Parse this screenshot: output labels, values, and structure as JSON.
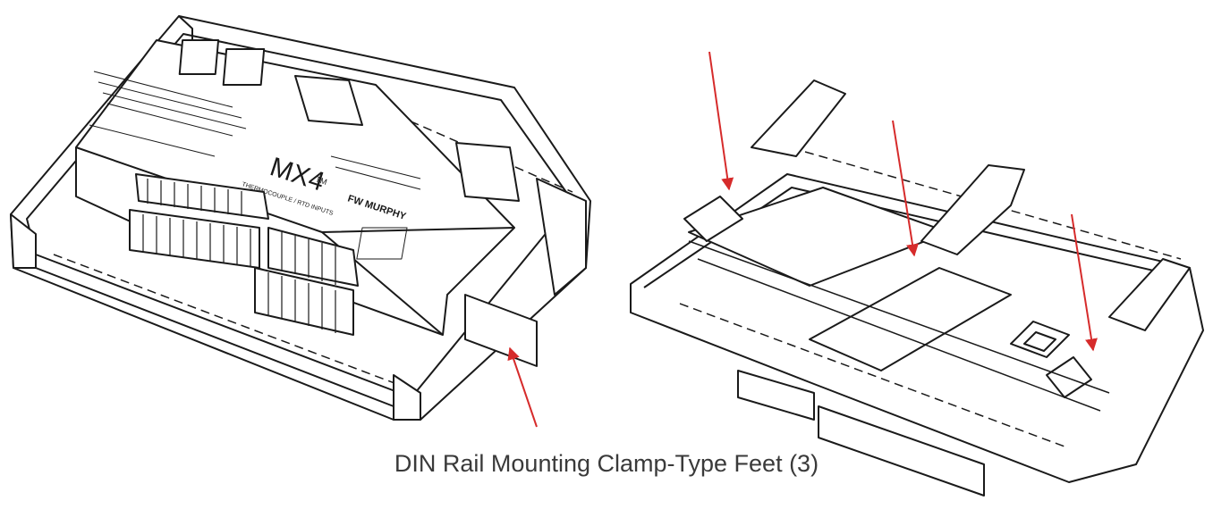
{
  "caption": "DIN Rail Mounting Clamp-Type Feet (3)",
  "module_label": {
    "model": "MX4",
    "trademark": "TM",
    "brand": "FW MURPHY",
    "subtitle": "THERMOCOUPLE / RTD INPUTS"
  },
  "colors": {
    "arrow": "#d62b2b",
    "line": "#1a1a1a",
    "fill": "#ffffff",
    "caption": "#3a3a3a"
  }
}
